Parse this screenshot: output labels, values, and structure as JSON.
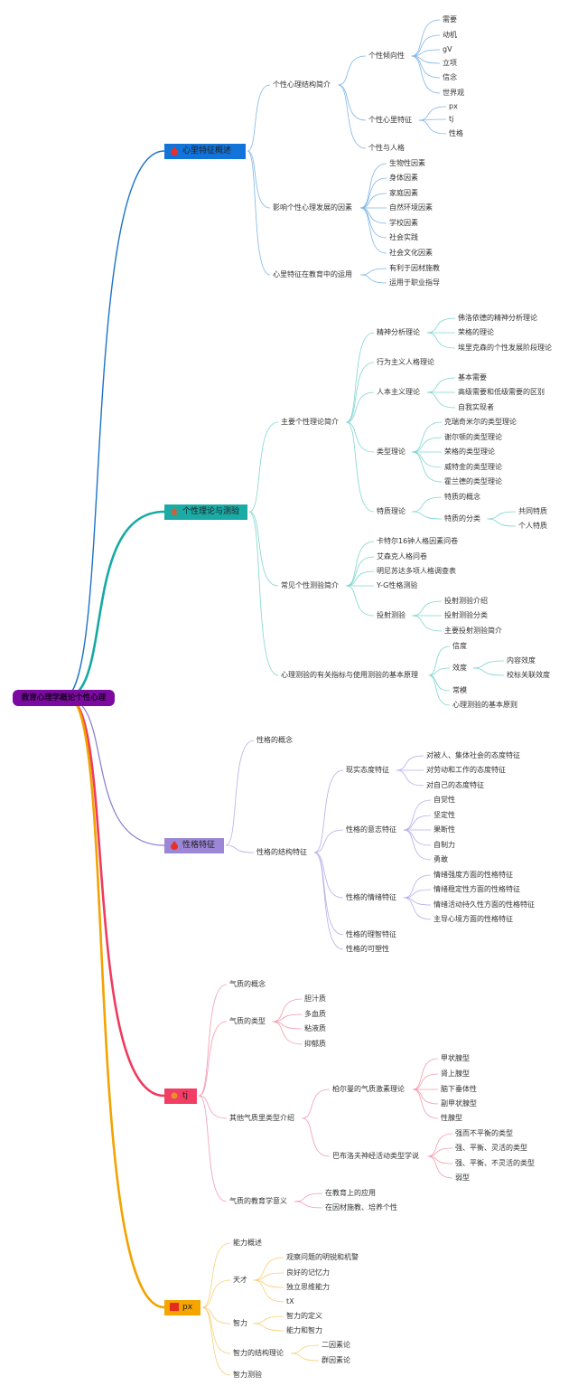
{
  "root": {
    "label": "教育心理学概论个性心理",
    "color": "#7b0ba0"
  },
  "branches": [
    {
      "id": "b1",
      "label": "心里特征概述",
      "icon": "fire-icon",
      "color": "#1273d8",
      "edge": "#1c73c8",
      "line": "#7fb6e8",
      "children": [
        {
          "label": "个性心理结构简介",
          "children": [
            {
              "label": "个性倾向性",
              "children": [
                {
                  "label": "需要"
                },
                {
                  "label": "动机"
                },
                {
                  "label": "gV"
                },
                {
                  "label": "立项"
                },
                {
                  "label": "信念"
                },
                {
                  "label": "世界观"
                }
              ]
            },
            {
              "label": "个性心里特征",
              "children": [
                {
                  "label": "px"
                },
                {
                  "label": "tj"
                },
                {
                  "label": "性格"
                }
              ]
            },
            {
              "label": "个性与人格"
            }
          ]
        },
        {
          "label": "影响个性心理发展的因素",
          "children": [
            {
              "label": "生物性因素"
            },
            {
              "label": "身体因素"
            },
            {
              "label": "家庭因素"
            },
            {
              "label": "自然环境因素"
            },
            {
              "label": "学校因素"
            },
            {
              "label": "社会实践"
            },
            {
              "label": "社会文化因素"
            }
          ]
        },
        {
          "label": "心里特征在教育中的运用",
          "children": [
            {
              "label": "有利于因材施教"
            },
            {
              "label": "运用于职业指导"
            }
          ]
        }
      ]
    },
    {
      "id": "b2",
      "label": "个性理论与测验",
      "icon": "star-icon",
      "color": "#1aaba6",
      "edge": "#16a9a3",
      "line": "#7fd6cf",
      "children": [
        {
          "label": "主要个性理论简介",
          "children": [
            {
              "label": "精神分析理论",
              "children": [
                {
                  "label": "佛洛依德的精神分析理论"
                },
                {
                  "label": "荣格的理论"
                },
                {
                  "label": "埃里克森的个性发展阶段理论"
                }
              ]
            },
            {
              "label": "行为主义人格理论"
            },
            {
              "label": "人本主义理论",
              "children": [
                {
                  "label": "基本需要"
                },
                {
                  "label": "高级需要和低级需要的区别"
                },
                {
                  "label": "自我实现者"
                }
              ]
            },
            {
              "label": "类型理论",
              "children": [
                {
                  "label": "克瑞奇米尔的类型理论"
                },
                {
                  "label": "谢尔顿的类型理论"
                },
                {
                  "label": "荣格的类型理论"
                },
                {
                  "label": "威特金的类型理论"
                },
                {
                  "label": "霍兰德的类型理论"
                }
              ]
            },
            {
              "label": "特质理论",
              "children": [
                {
                  "label": "特质的概念"
                },
                {
                  "label": "特质的分类",
                  "children": [
                    {
                      "label": "共同特质"
                    },
                    {
                      "label": "个人特质"
                    }
                  ]
                }
              ]
            }
          ]
        },
        {
          "label": "常见个性测验简介",
          "children": [
            {
              "label": "卡特尔16钟人格因素问卷"
            },
            {
              "label": "艾森克人格问卷"
            },
            {
              "label": "明尼苏达多项人格调查表"
            },
            {
              "label": "Y-G性格测验"
            },
            {
              "label": "投射测验",
              "children": [
                {
                  "label": "投射测验介绍"
                },
                {
                  "label": "投射测验分类"
                },
                {
                  "label": "主要投射测验简介"
                }
              ]
            }
          ]
        },
        {
          "label": "心理测验的有关指标与使用测验的基本原理",
          "children": [
            {
              "label": "信度"
            },
            {
              "label": "效度",
              "children": [
                {
                  "label": "内容效度"
                },
                {
                  "label": "校标关联效度"
                }
              ]
            },
            {
              "label": "常模"
            },
            {
              "label": "心理测验的基本原则"
            }
          ]
        }
      ]
    },
    {
      "id": "b3",
      "label": "性格特征",
      "icon": "fire-icon",
      "color": "#9b87d6",
      "edge": "#8a7ad0",
      "line": "#b9adea",
      "children": [
        {
          "label": "性格的概念"
        },
        {
          "label": "性格的结构特征",
          "children": [
            {
              "label": "现实态度特征",
              "children": [
                {
                  "label": "对被人、集体社会的态度特征"
                },
                {
                  "label": "对劳动和工作的态度特征"
                },
                {
                  "label": "对自己的态度特征"
                }
              ]
            },
            {
              "label": "性格的意志特征",
              "children": [
                {
                  "label": "自觉性"
                },
                {
                  "label": "坚定性"
                },
                {
                  "label": "果断性"
                },
                {
                  "label": "自制力"
                },
                {
                  "label": "勇敢"
                }
              ]
            },
            {
              "label": "性格的情绪特征",
              "children": [
                {
                  "label": "情绪强度方面的性格特征"
                },
                {
                  "label": "情绪稳定性方面的性格特征"
                },
                {
                  "label": "情绪活动持久性方面的性格特征"
                },
                {
                  "label": "主导心境方面的性格特征"
                }
              ]
            },
            {
              "label": "性格的理智特征"
            },
            {
              "label": "性格的可塑性"
            }
          ]
        }
      ]
    },
    {
      "id": "b4",
      "label": "tj",
      "icon": "dot-icon",
      "color": "#f23d64",
      "edge": "#ef3b5d",
      "line": "#f49ab0",
      "children": [
        {
          "label": "气质的概念"
        },
        {
          "label": "气质的类型",
          "children": [
            {
              "label": "胆汁质"
            },
            {
              "label": "多血质"
            },
            {
              "label": "粘液质"
            },
            {
              "label": "抑郁质"
            }
          ]
        },
        {
          "label": "其他气质里类型介绍",
          "children": [
            {
              "label": "柏尔曼的气质激素理论",
              "children": [
                {
                  "label": "甲状腺型"
                },
                {
                  "label": "肾上腺型"
                },
                {
                  "label": "脑下垂体性"
                },
                {
                  "label": "副甲状腺型"
                },
                {
                  "label": "性腺型"
                }
              ]
            },
            {
              "label": "巴布洛夫神经活动类型学说",
              "children": [
                {
                  "label": "强而不平衡的类型"
                },
                {
                  "label": "强、平衡、灵活的类型"
                },
                {
                  "label": "强、平衡、不灵活的类型"
                },
                {
                  "label": "弱型"
                }
              ]
            }
          ]
        },
        {
          "label": "气质的教育学意义",
          "children": [
            {
              "label": "在教育上的应用"
            },
            {
              "label": "在因材施教、培养个性"
            }
          ]
        }
      ]
    },
    {
      "id": "b5",
      "label": "px",
      "icon": "flag-icon",
      "color": "#f5a400",
      "edge": "#f2a300",
      "line": "#f7cf7a",
      "children": [
        {
          "label": "能力概述"
        },
        {
          "label": "天才",
          "children": [
            {
              "label": "观察问题的明锐和机警"
            },
            {
              "label": "良好的记忆力"
            },
            {
              "label": "独立思维能力"
            },
            {
              "label": "tX"
            }
          ]
        },
        {
          "label": "智力",
          "children": [
            {
              "label": "智力的定义"
            },
            {
              "label": "能力和智力"
            }
          ]
        },
        {
          "label": "智力的结构理论",
          "children": [
            {
              "label": "二因素论"
            },
            {
              "label": "群因素论"
            }
          ]
        },
        {
          "label": "智力测验"
        }
      ]
    }
  ]
}
